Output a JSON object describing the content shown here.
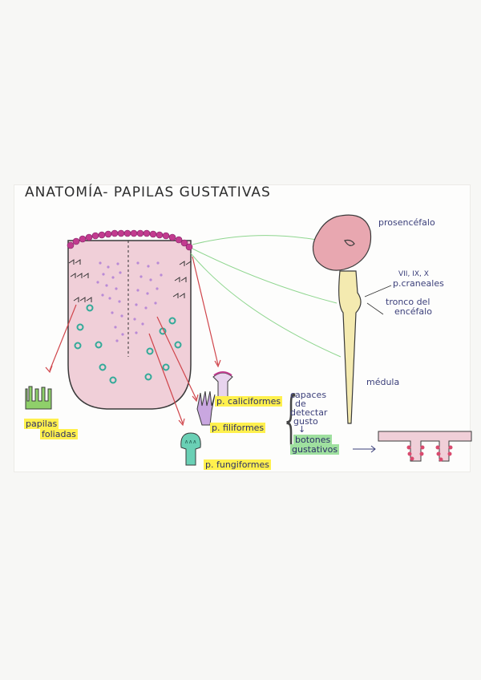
{
  "title": "ANATOMÍA- PAPILAS GUSTATIVAS",
  "brain_labels": {
    "prosencefalo": "prosencéfalo",
    "pares": "VII, IX, X",
    "pares2": "p.craneales",
    "tronco1": "tronco del",
    "tronco2": "encéfalo",
    "medula": "médula"
  },
  "papilas": {
    "caliciformes": "p. caliciformes",
    "filiformes": "p. filiformes",
    "fungiformes": "p. fungiformes",
    "foliadas1": "papilas",
    "foliadas2": "foliadas"
  },
  "notes": {
    "capaces1": "capaces",
    "capaces2": "de",
    "capaces3": "detectar",
    "capaces4": "gusto",
    "arrow": "↓",
    "botones1": "botones",
    "botones2": "gustativos",
    "botones_arrow": "→"
  },
  "colors": {
    "tongue": "#f0cfd8",
    "tongue_border": "#3a3a3a",
    "papilla_bead": "#c23b8f",
    "fungiform_dot": "#33aa99",
    "filiform_dot": "#b98ad6",
    "nerve_line": "#8fd68f",
    "arrow": "#d0454b",
    "brain": "#e8a7b0",
    "spinal": "#f4eab0",
    "highlight": "#fff04d"
  }
}
